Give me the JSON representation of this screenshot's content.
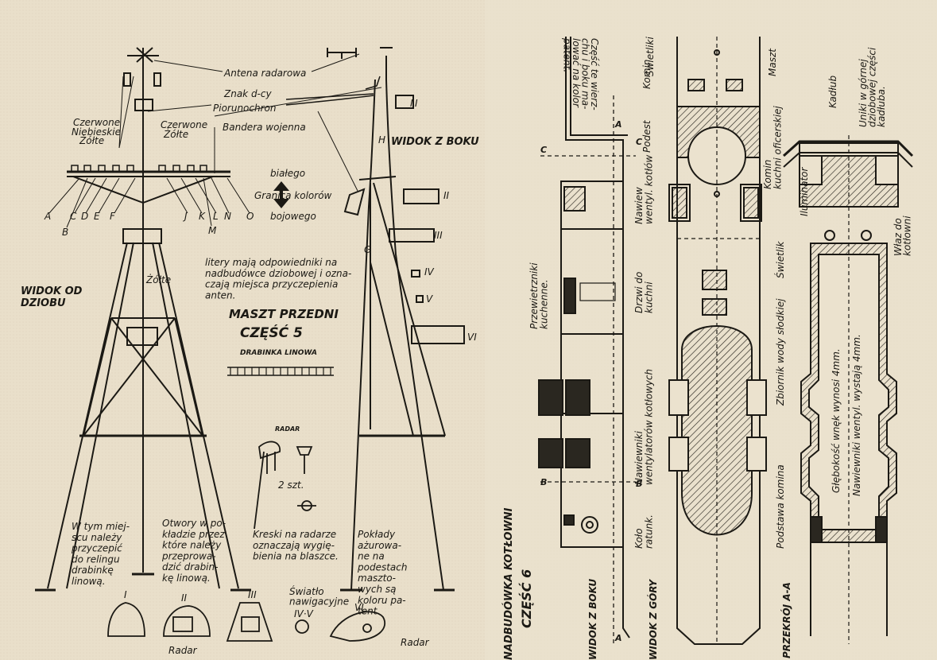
{
  "left_sheet": {
    "view_front": "WIDOK OD\nDZIOBU",
    "view_side": "WIDOK Z BOKU",
    "title": "MASZT PRZEDNI",
    "part": "CZĘŚĆ 5",
    "rope_ladder": "DRABINKA LINOWA",
    "radar_small": "RADAR",
    "radar_count": "2 szt.",
    "antenna": "Antena radarowa",
    "signal_sign": "Znak d-cy",
    "lightning_rod": "Piorunochron",
    "war_flag": "Bandera wojenna",
    "color_top": "białego",
    "color_border": "Granica kolorów",
    "color_bottom": "bojowego",
    "lights_left": [
      "Czerwone",
      "Niebieskie",
      "Żółte"
    ],
    "lights_right": [
      "Czerwone",
      "Żółte"
    ],
    "yellow": "Żółte",
    "letters": [
      "A",
      "B",
      "C",
      "D",
      "E",
      "F",
      "G",
      "H",
      "I",
      "J",
      "K",
      "L",
      "M",
      "N",
      "O"
    ],
    "note_letters": "litery mają odpowiedniki na\nnadbudówce dziobowej i ozna-\nczają miejsca przyczepienia\nanten.",
    "note_ladder": "W tym miej-\nscu należy\nprzyczepić\ndo relingu\ndrabinkę\nlinową.",
    "note_holes": "Otwory w po-\nkładzie przez\nktóre należy\nprzeprowa-\ndzić drabin-\nkę linową.",
    "note_radar": "Kreski na radarze\noznaczają wygię-\nbienia na blaszce.",
    "note_decks": "Pokłady\nażurowa-\nne na\npodestach\nmaszto-\nwych są\nkoloru pa-\ntent.",
    "nav_light": "Światło\nnawigacyjne",
    "radar_label": "Radar",
    "platform_marks": [
      "I",
      "II",
      "III",
      "IV",
      "V",
      "VI"
    ],
    "platform_marks_bottom": [
      "I",
      "II",
      "III",
      "IV·V",
      "VI"
    ]
  },
  "right_sheet": {
    "title": "NADBUDÓWKA KOTŁOWNI",
    "part": "CZĘŚĆ 6",
    "view_side": "WIDOK Z BOKU",
    "view_top": "WIDOK Z GÓRY",
    "section": "PRZEKRÓJ A-A",
    "labels": {
      "patent": "Część te wierz-\nchu i boku ma-\nlować na kolor\npatent.",
      "chimney": "Komin",
      "skylights": "Świetliki",
      "mast": "Maszt",
      "landing": "Podest",
      "officer_chimney": "Komin\nkuchni oficerskiej",
      "vent": "Nawiew\nwentyl. kotłów",
      "kitchen_vents": "Przewietrzniki\nkuchenne.",
      "kitchen_door": "Drzwi do\nkuchni",
      "skylight": "Świetlik",
      "freshwater": "Zbiornik wody słodkiej",
      "boiler_vents": "Nawiewniki\nwentylatorów kotłowych",
      "chimney_base": "Podstawa komina",
      "wheel": "Koło\nratunk.",
      "hull": "Kadłub",
      "stubs": "Uniki w górnej\ndziobowej części\nkadłuba.",
      "illuminator": "Iluminator",
      "hatch": "Właz do\nkotłowni",
      "stub_depth": "Głębokość wnęk wynosi 4mm.",
      "vent_protrude": "Nawiewniki wentyl. wystają 4mm."
    },
    "marks": [
      "A",
      "B",
      "C"
    ]
  }
}
